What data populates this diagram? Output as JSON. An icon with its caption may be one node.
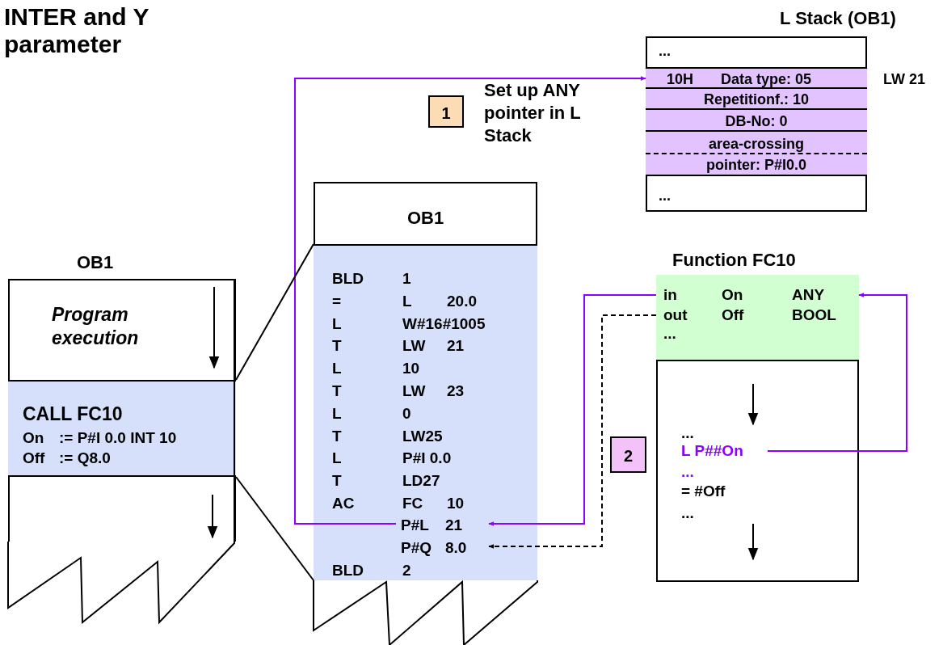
{
  "diagram": {
    "title": "INTER and Y parameter",
    "nodes": [
      {
        "text": [
          "OB1",
          "Program execution"
        ]
      },
      {
        "text": [
          "CALL FC10",
          "On",
          ":= P#I 0.0 INT 10",
          "Off",
          ":= Q8.0"
        ],
        "in": 0
      },
      {
        "text": [
          "OB1"
        ]
      },
      {
        "text": [
          "BLD",
          "1",
          "=",
          "L",
          "20.0",
          "L",
          "W#16#1005",
          "T",
          "LW",
          "21",
          "L",
          "10",
          "T",
          "LW",
          "23",
          "L",
          "0",
          "T",
          "LW25",
          "L",
          "P#I 0.0",
          "T",
          "LD27",
          "AC",
          "FC",
          "10",
          "BLD",
          "2"
        ],
        "in": 2
      },
      {
        "text": [
          "P#L",
          "21"
        ],
        "in": 3
      },
      {
        "text": [
          "P#Q",
          "8.0"
        ],
        "in": 3
      },
      {
        "text": [
          "L Stack (OB1)"
        ]
      },
      {
        "text": [
          "..."
        ],
        "in": 6
      },
      {
        "text": [
          "10H",
          "Data type: 05"
        ],
        "in": 6,
        "beside": [
          "LW 21"
        ]
      },
      {
        "text": [
          "Repetitionf.: 10"
        ],
        "in": 6
      },
      {
        "text": [
          "DB-No: 0"
        ],
        "in": 6
      },
      {
        "text": [
          "area-crossing",
          "pointer: P#I0.0"
        ],
        "in": 6
      },
      {
        "text": [
          "..."
        ],
        "in": 6
      },
      {
        "text": [
          "1"
        ],
        "beside": [
          "Set up ANY pointer in L Stack"
        ]
      },
      {
        "text": [
          "Function FC10"
        ]
      },
      {
        "text": [
          "in",
          "On",
          "ANY",
          "out",
          "Off",
          "BOOL",
          "..."
        ],
        "in": 14
      },
      {
        "text": [
          "...",
          "...",
          "= #Off",
          "..."
        ],
        "in": 14
      },
      {
        "text": [
          "L P##On"
        ],
        "in": 16
      },
      {
        "text": [
          "2"
        ]
      }
    ],
    "edges": [
      {
        "from": 4,
        "to": 8,
        "arrow": "to",
        "color": "#8b00ff"
      },
      {
        "from": 15,
        "to": 4,
        "arrow": "to",
        "color": "#8b00ff"
      },
      {
        "from": 15,
        "to": 5,
        "arrow": "to",
        "style": "dashed",
        "color": "#000000"
      },
      {
        "from": 17,
        "to": 15,
        "arrow": "to",
        "color": "#8b00ff"
      },
      {
        "from": 1,
        "to": 3,
        "arrow": "none",
        "color": "#000000"
      },
      {
        "from": 1,
        "to": 3,
        "arrow": "none",
        "color": "#000000"
      }
    ]
  }
}
